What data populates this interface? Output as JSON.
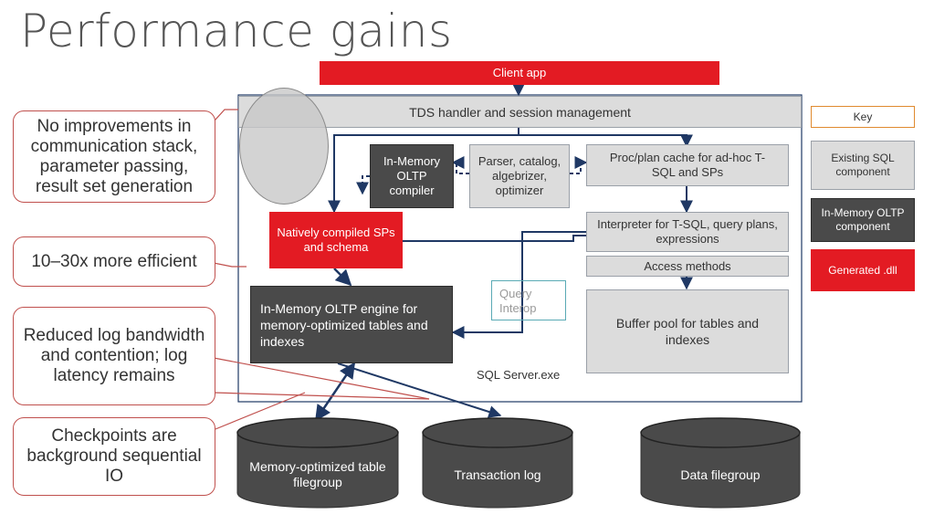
{
  "title": "Performance gains",
  "boxes": {
    "client_app": "Client app",
    "tds_handler": "TDS handler and session management",
    "inmemory_compiler": "In-Memory OLTP compiler",
    "parser": "Parser, catalog, algebrizer, optimizer",
    "proc_cache": "Proc/plan cache for ad-hoc T-SQL and SPs",
    "natively_compiled": "Natively compiled SPs and schema",
    "interpreter": "Interpreter for T-SQL, query plans, expressions",
    "access_methods": "Access methods",
    "inmemory_engine": "In-Memory OLTP engine for memory-optimized tables and indexes",
    "query_interop": "Query Interop",
    "buffer_pool": "Buffer pool for tables and indexes",
    "sql_server": "SQL Server.exe"
  },
  "key": {
    "title": "Key",
    "existing": "Existing SQL component",
    "inmemory": "In-Memory OLTP component",
    "generated": "Generated .dll"
  },
  "callouts": {
    "communication": "No improvements in communication stack, parameter passing, result set generation",
    "efficient": "10–30x more efficient",
    "log": "Reduced log bandwidth and contention; log latency remains",
    "checkpoints": "Checkpoints are background sequential IO"
  },
  "storage": {
    "memory_filegroup": "Memory-optimized table filegroup",
    "transaction_log": "Transaction log",
    "data_filegroup": "Data filegroup"
  },
  "colors": {
    "red": "#e31b23",
    "dark": "#4a4a4a",
    "light": "#dcdcdc",
    "navy": "#1f3864",
    "callout_border": "#c0504d"
  }
}
